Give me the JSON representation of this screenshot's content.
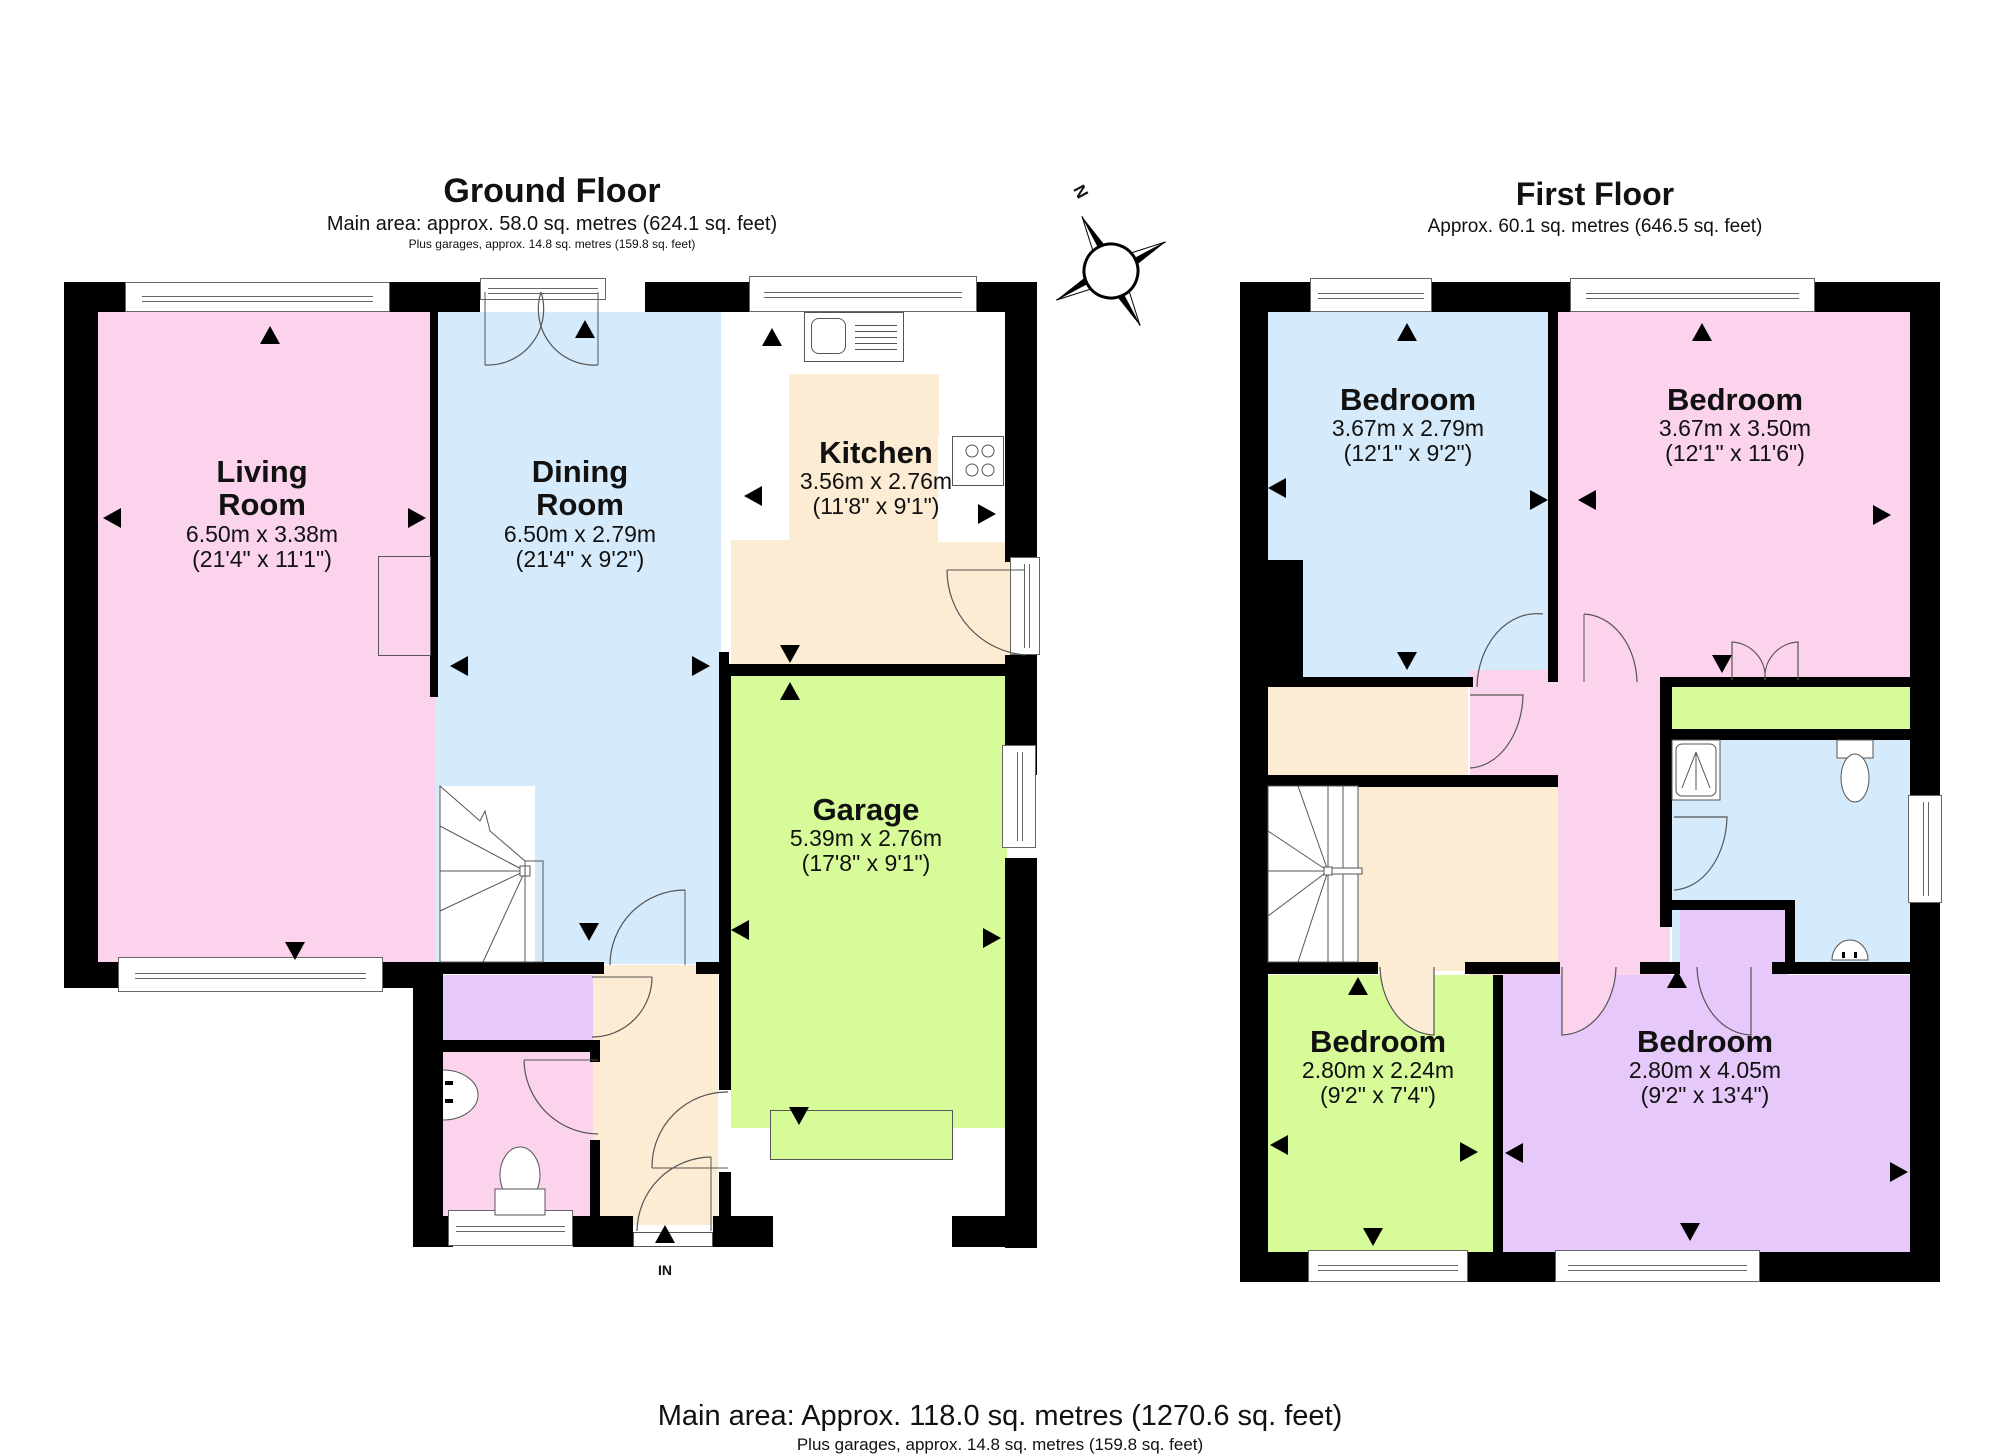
{
  "ground_floor": {
    "title": "Ground Floor",
    "main_area": "Main area: approx. 58.0 sq. metres (624.1 sq. feet)",
    "garages_note": "Plus garages, approx. 14.8 sq. metres (159.8 sq. feet)",
    "rooms": [
      {
        "name": "Living",
        "name2": "Room",
        "metric": "6.50m x 3.38m",
        "imperial": "(21'4\" x 11'1\")",
        "color": "#fbd3ec"
      },
      {
        "name": "Dining",
        "name2": "Room",
        "metric": "6.50m x 2.79m",
        "imperial": "(21'4\" x 9'2\")",
        "color": "#d5ebfb"
      },
      {
        "name": "Kitchen",
        "metric": "3.56m x 2.76m",
        "imperial": "(11'8\" x 9'1\")",
        "color": "#fdecd4"
      },
      {
        "name": "Garage",
        "metric": "5.39m x 2.76m",
        "imperial": "(17'8\" x 9'1\")",
        "color": "#d7fb98"
      }
    ],
    "entrance_label": "IN"
  },
  "first_floor": {
    "title": "First Floor",
    "area": "Approx. 60.1 sq. metres (646.5 sq. feet)",
    "rooms": [
      {
        "name": "Bedroom",
        "metric": "3.67m x 2.79m",
        "imperial": "(12'1\" x 9'2\")",
        "color": "#d5ebfb"
      },
      {
        "name": "Bedroom",
        "metric": "3.67m x 3.50m",
        "imperial": "(12'1\" x 11'6\")",
        "color": "#fbd3ec"
      },
      {
        "name": "Bedroom",
        "metric": "2.80m x 2.24m",
        "imperial": "(9'2\" x 7'4\")",
        "color": "#d7fb98"
      },
      {
        "name": "Bedroom",
        "metric": "2.80m x 4.05m",
        "imperial": "(9'2\" x 13'4\")",
        "color": "#e6c9fa"
      }
    ]
  },
  "compass": {
    "label": "N",
    "icon": "compass-rose-icon"
  },
  "footer": {
    "main_area": "Main area: Approx. 118.0 sq. metres (1270.6 sq. feet)",
    "garages_note": "Plus garages, approx. 14.8 sq. metres (159.8 sq. feet)"
  }
}
